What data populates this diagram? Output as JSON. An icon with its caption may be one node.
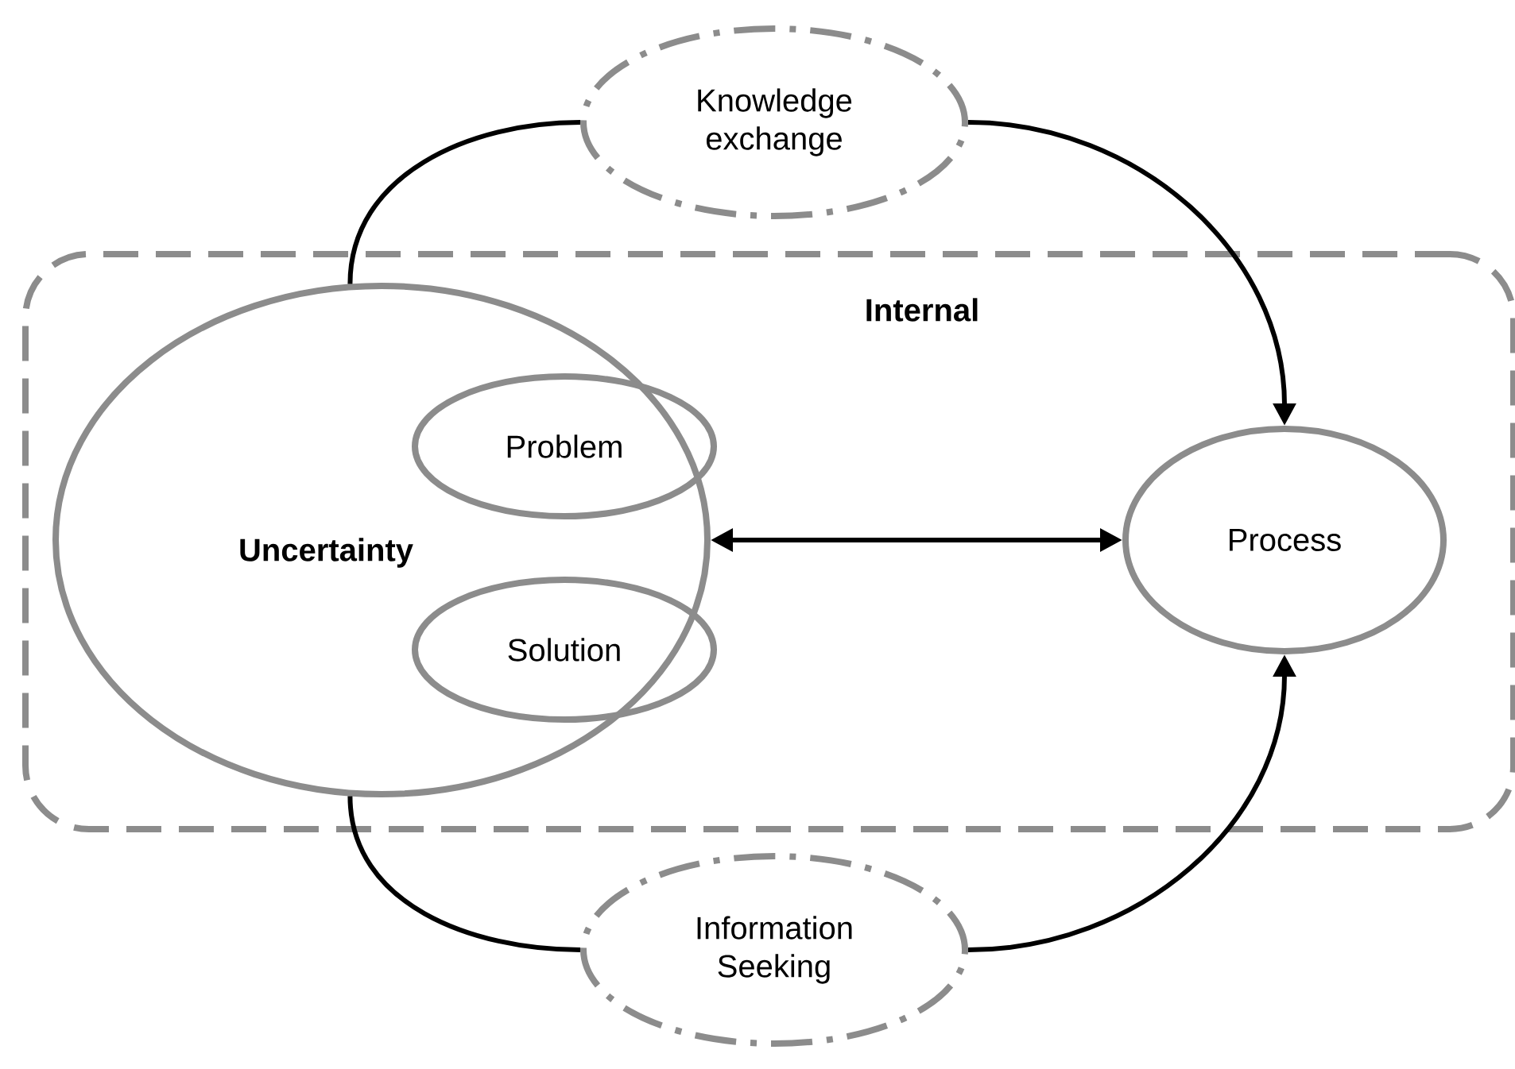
{
  "diagram": {
    "nodes": [
      {
        "text": [
          "Internal"
        ]
      },
      {
        "text": [
          "Uncertainty"
        ],
        "in": 0
      },
      {
        "text": [
          "Problem"
        ],
        "in": 1
      },
      {
        "text": [
          "Solution"
        ],
        "in": 1
      },
      {
        "text": [
          "Process"
        ],
        "in": 0
      },
      {
        "text": [
          "Knowledge exchange"
        ]
      },
      {
        "text": [
          "Information Seeking"
        ]
      }
    ],
    "edges": [
      {
        "from": 1,
        "to": 5,
        "arrow": "none"
      },
      {
        "from": 5,
        "to": 4,
        "arrow": "to"
      },
      {
        "from": 1,
        "to": 4,
        "arrow": "both"
      },
      {
        "from": 1,
        "to": 6,
        "arrow": "none"
      },
      {
        "from": 6,
        "to": 4,
        "arrow": "to"
      }
    ]
  }
}
